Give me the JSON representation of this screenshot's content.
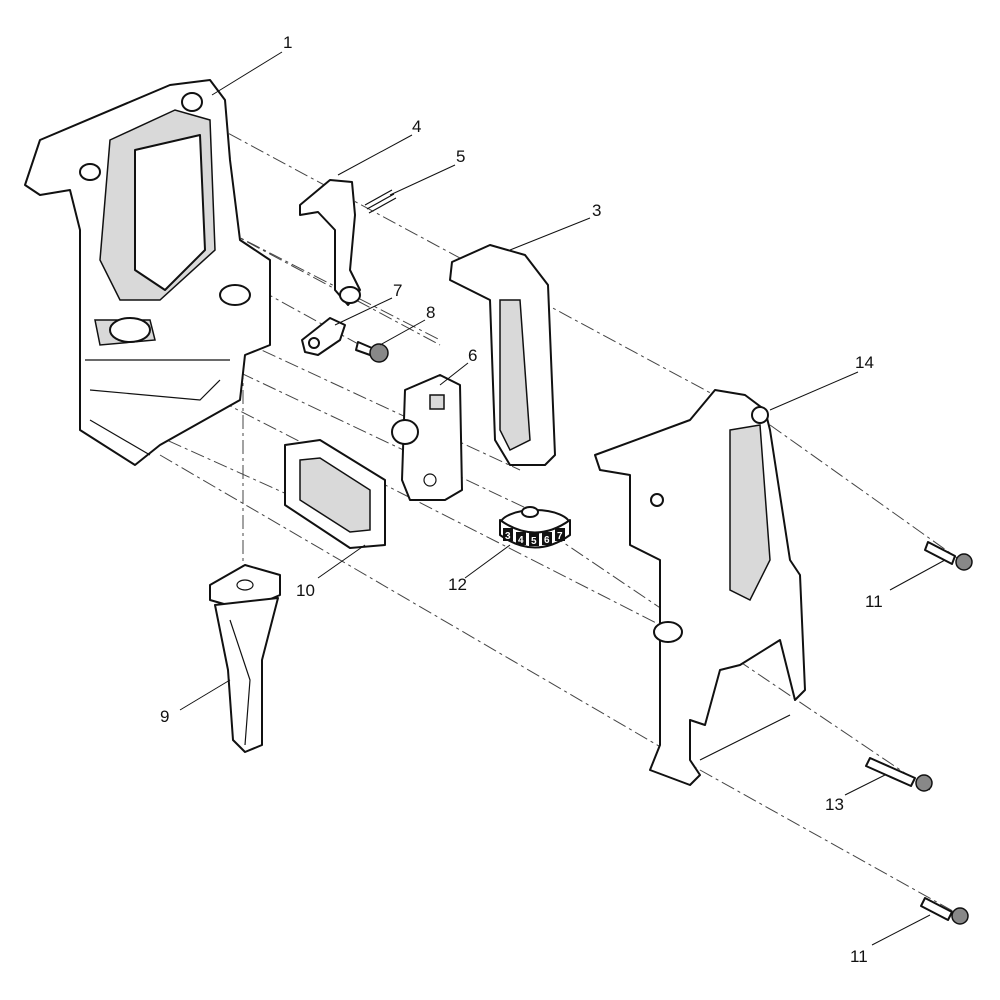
{
  "diagram": {
    "type": "exploded-parts-view",
    "callouts": [
      {
        "id": "callout-1",
        "label": "1"
      },
      {
        "id": "callout-4",
        "label": "4"
      },
      {
        "id": "callout-5",
        "label": "5"
      },
      {
        "id": "callout-3",
        "label": "3"
      },
      {
        "id": "callout-7",
        "label": "7"
      },
      {
        "id": "callout-8",
        "label": "8"
      },
      {
        "id": "callout-6",
        "label": "6"
      },
      {
        "id": "callout-14",
        "label": "14"
      },
      {
        "id": "callout-10",
        "label": "10"
      },
      {
        "id": "callout-12",
        "label": "12"
      },
      {
        "id": "callout-11a",
        "label": "11"
      },
      {
        "id": "callout-9",
        "label": "9"
      },
      {
        "id": "callout-13",
        "label": "13"
      },
      {
        "id": "callout-11b",
        "label": "11"
      }
    ],
    "knob_digits": [
      "3",
      "4",
      "5",
      "6",
      "7"
    ]
  }
}
